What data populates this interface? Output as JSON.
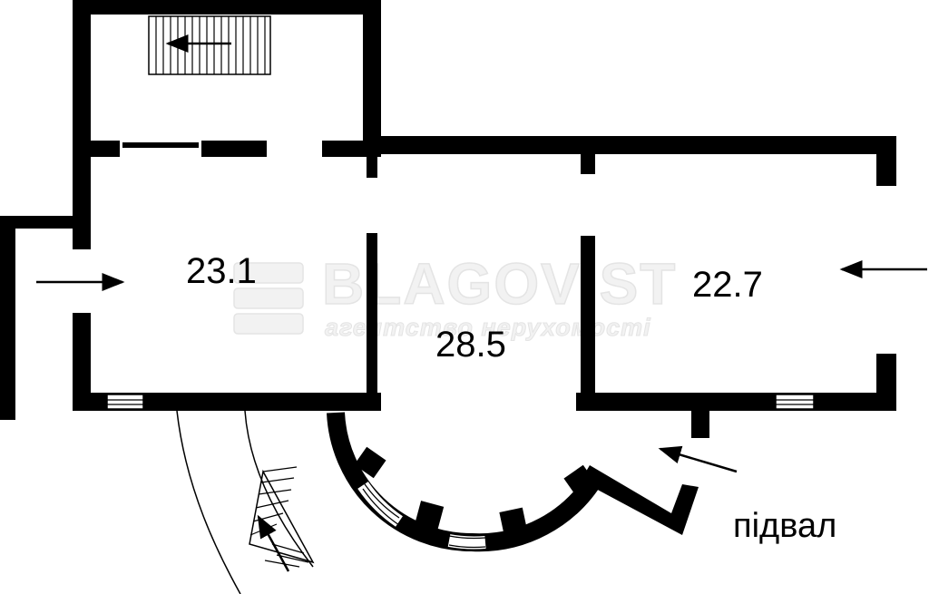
{
  "rooms": [
    {
      "id": "left",
      "area": "23.1"
    },
    {
      "id": "center",
      "area": "28.5"
    },
    {
      "id": "right",
      "area": "22.7"
    }
  ],
  "basement_label": "підвал",
  "watermark": {
    "title": "BLAGOVIST",
    "subtitle": "агентство нерухомості"
  },
  "colors": {
    "wall": "#000000",
    "background": "#ffffff",
    "watermark": "#e4e4e4"
  },
  "icons": [
    "entrance-arrow-icon",
    "staircase-icon",
    "spiral-staircase-icon",
    "window-icon",
    "basement-arrow-icon"
  ]
}
